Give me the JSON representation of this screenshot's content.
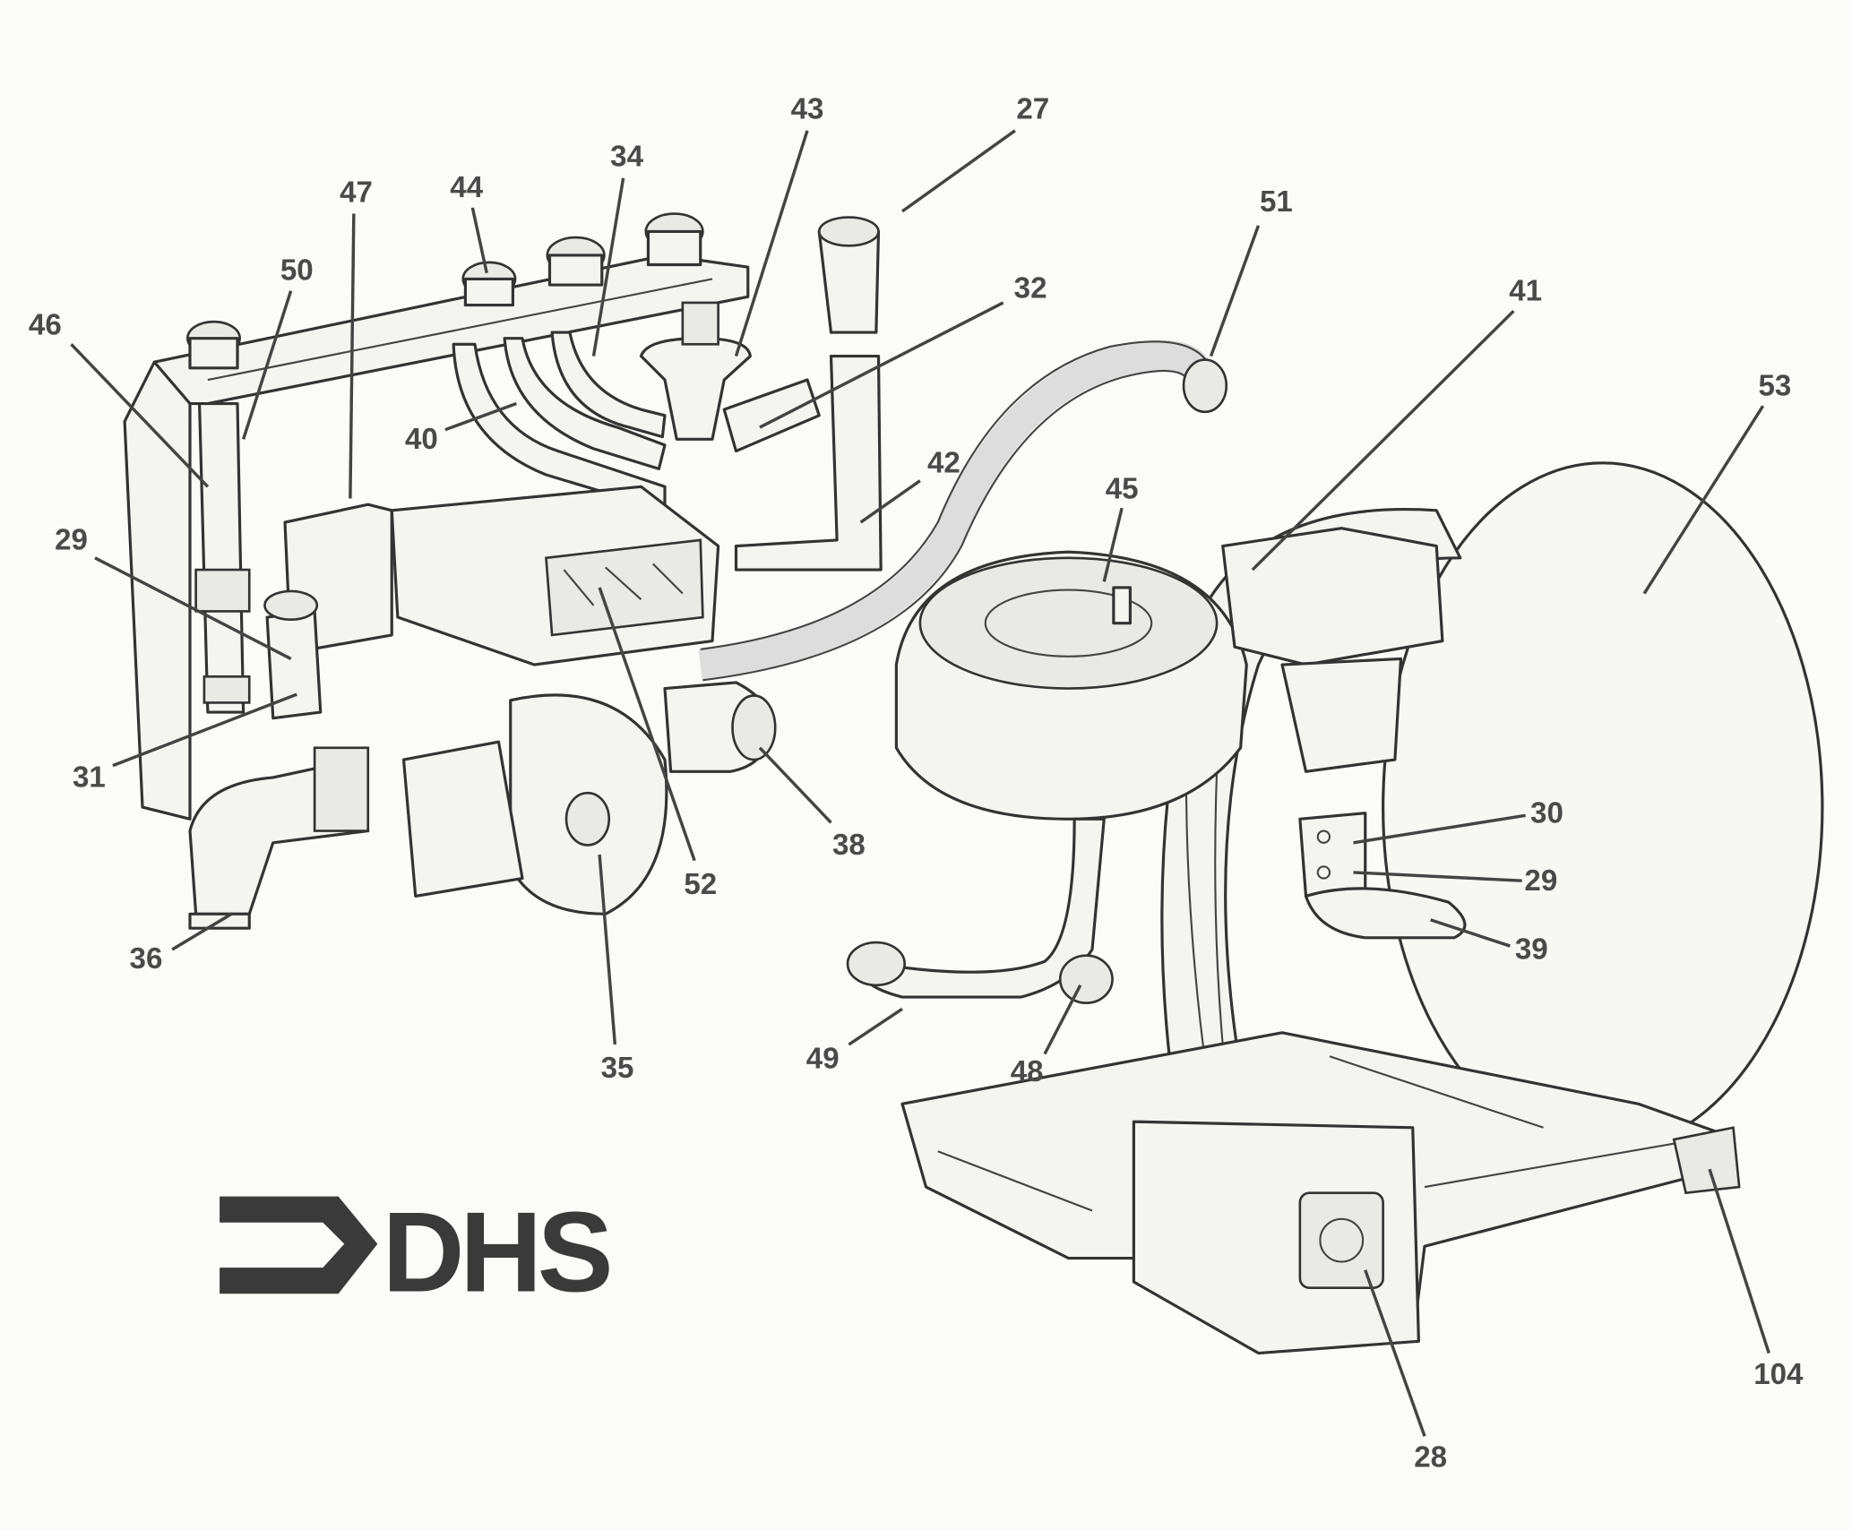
{
  "diagram": {
    "type": "exploded-parts-diagram",
    "logo": {
      "text": "DHS",
      "color": "#3a3a3a"
    },
    "part_labels": [
      "43",
      "27",
      "34",
      "44",
      "47",
      "50",
      "46",
      "51",
      "32",
      "41",
      "53",
      "40",
      "42",
      "45",
      "29",
      "31",
      "30",
      "29",
      "39",
      "38",
      "52",
      "36",
      "35",
      "49",
      "48",
      "28",
      "104"
    ],
    "colors": {
      "line": "#333333",
      "label": "#4a4a4a",
      "background": "#fbfbf9"
    }
  }
}
